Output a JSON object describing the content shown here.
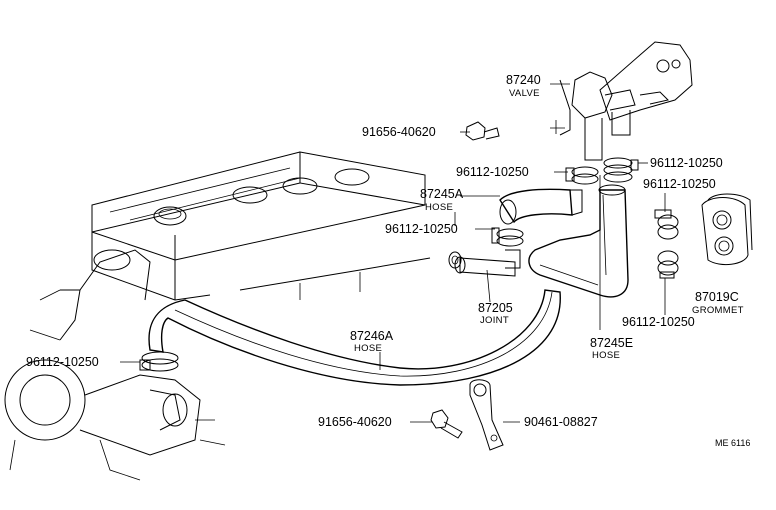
{
  "parts": {
    "valve": {
      "number": "87240",
      "name": "VALVE"
    },
    "bolt_top": {
      "number": "91656-40620"
    },
    "clamp_a": {
      "number": "96112-10250"
    },
    "clamp_b": {
      "number": "96112-10250"
    },
    "clamp_c": {
      "number": "96112-10250"
    },
    "clamp_d": {
      "number": "96112-10250"
    },
    "clamp_e": {
      "number": "96112-10250"
    },
    "clamp_f": {
      "number": "96112-10250"
    },
    "hose_a": {
      "number": "87245A",
      "name": "HOSE"
    },
    "joint": {
      "number": "87205",
      "name": "JOINT"
    },
    "hose_b": {
      "number": "87246A",
      "name": "HOSE"
    },
    "hose_e": {
      "number": "87245E",
      "name": "HOSE"
    },
    "grommet": {
      "number": "87019C",
      "name": "GROMMET"
    },
    "bolt_bottom": {
      "number": "91656-40620"
    },
    "clip": {
      "number": "90461-08827"
    }
  },
  "diagram_code": "ME 6116"
}
